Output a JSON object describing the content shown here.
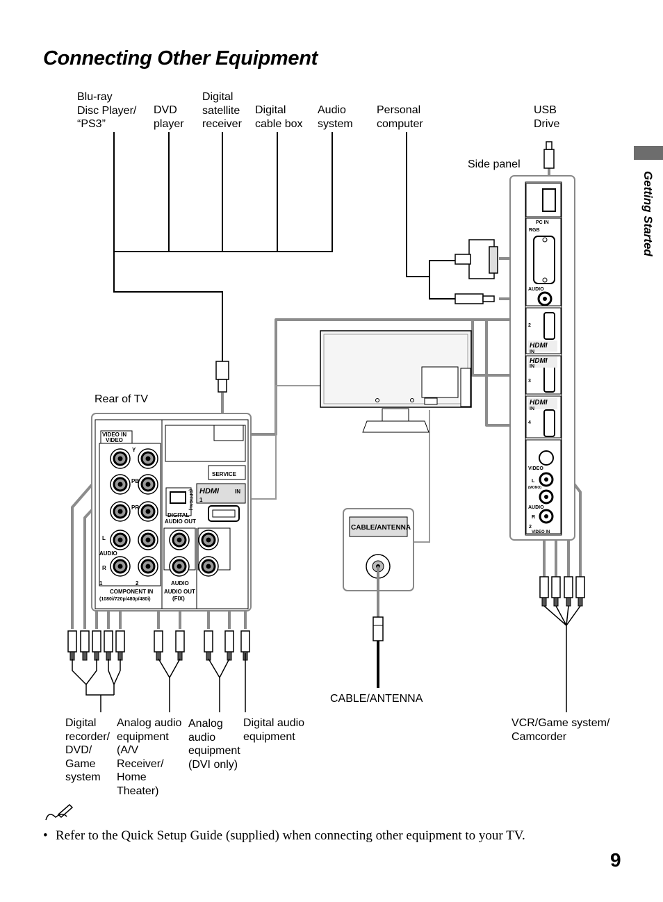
{
  "title": "Connecting Other Equipment",
  "section_tab": "Getting Started",
  "page_number": "9",
  "labels": {
    "bluray": "Blu-ray\nDisc Player/\n“PS3”",
    "dvd": "DVD\nplayer",
    "satellite": "Digital\nsatellite\nreceiver",
    "cablebox": "Digital\ncable box",
    "audio_system": "Audio\nsystem",
    "pc": "Personal\ncomputer",
    "usb": "USB\nDrive",
    "side_panel": "Side panel",
    "rear_tv": "Rear of TV",
    "cable_antenna": "CABLE/ANTENNA",
    "digital_recorder": "Digital\nrecorder/\nDVD/\nGame\nsystem",
    "analog_audio": "Analog audio\nequipment\n(A/V\nReceiver/\nHome\nTheater)",
    "analog_dvi": "Analog\naudio\nequipment\n(DVI only)",
    "digital_audio": "Digital audio\nequipment",
    "vcr": "VCR/Game system/\nCamcorder"
  },
  "panel_text": {
    "video_in": "VIDEO IN",
    "video": "VIDEO",
    "y": "Y",
    "pb": "PB",
    "pr": "PR",
    "l": "L",
    "audio": "AUDIO",
    "r": "R",
    "num1": "1",
    "num2": "2",
    "component_in": "COMPONENT IN",
    "component_res": "(1080i/720p/480p/480i)",
    "audio_out": "AUDIO OUT",
    "fix": "(FIX)",
    "service": "SERVICE",
    "hdmi": "HDMI",
    "in": "IN",
    "optical": "(OPTICAL)",
    "digital": "DIGITAL",
    "digital_audio_out": "AUDIO OUT",
    "cable_antenna_port": "CABLE/ANTENNA",
    "pc_in": "PC IN",
    "rgb": "RGB",
    "side_audio": "AUDIO",
    "hdmi2": "2",
    "hdmi3": "3",
    "hdmi4": "4",
    "s_video": "S\nVIDEO",
    "mono": "(MONO)",
    "video_in_2": "VIDEO IN"
  },
  "note": {
    "icon": "pencil-note-icon",
    "bullet": "•",
    "text": "Refer to the Quick Setup Guide (supplied) when connecting other equipment to your TV."
  }
}
